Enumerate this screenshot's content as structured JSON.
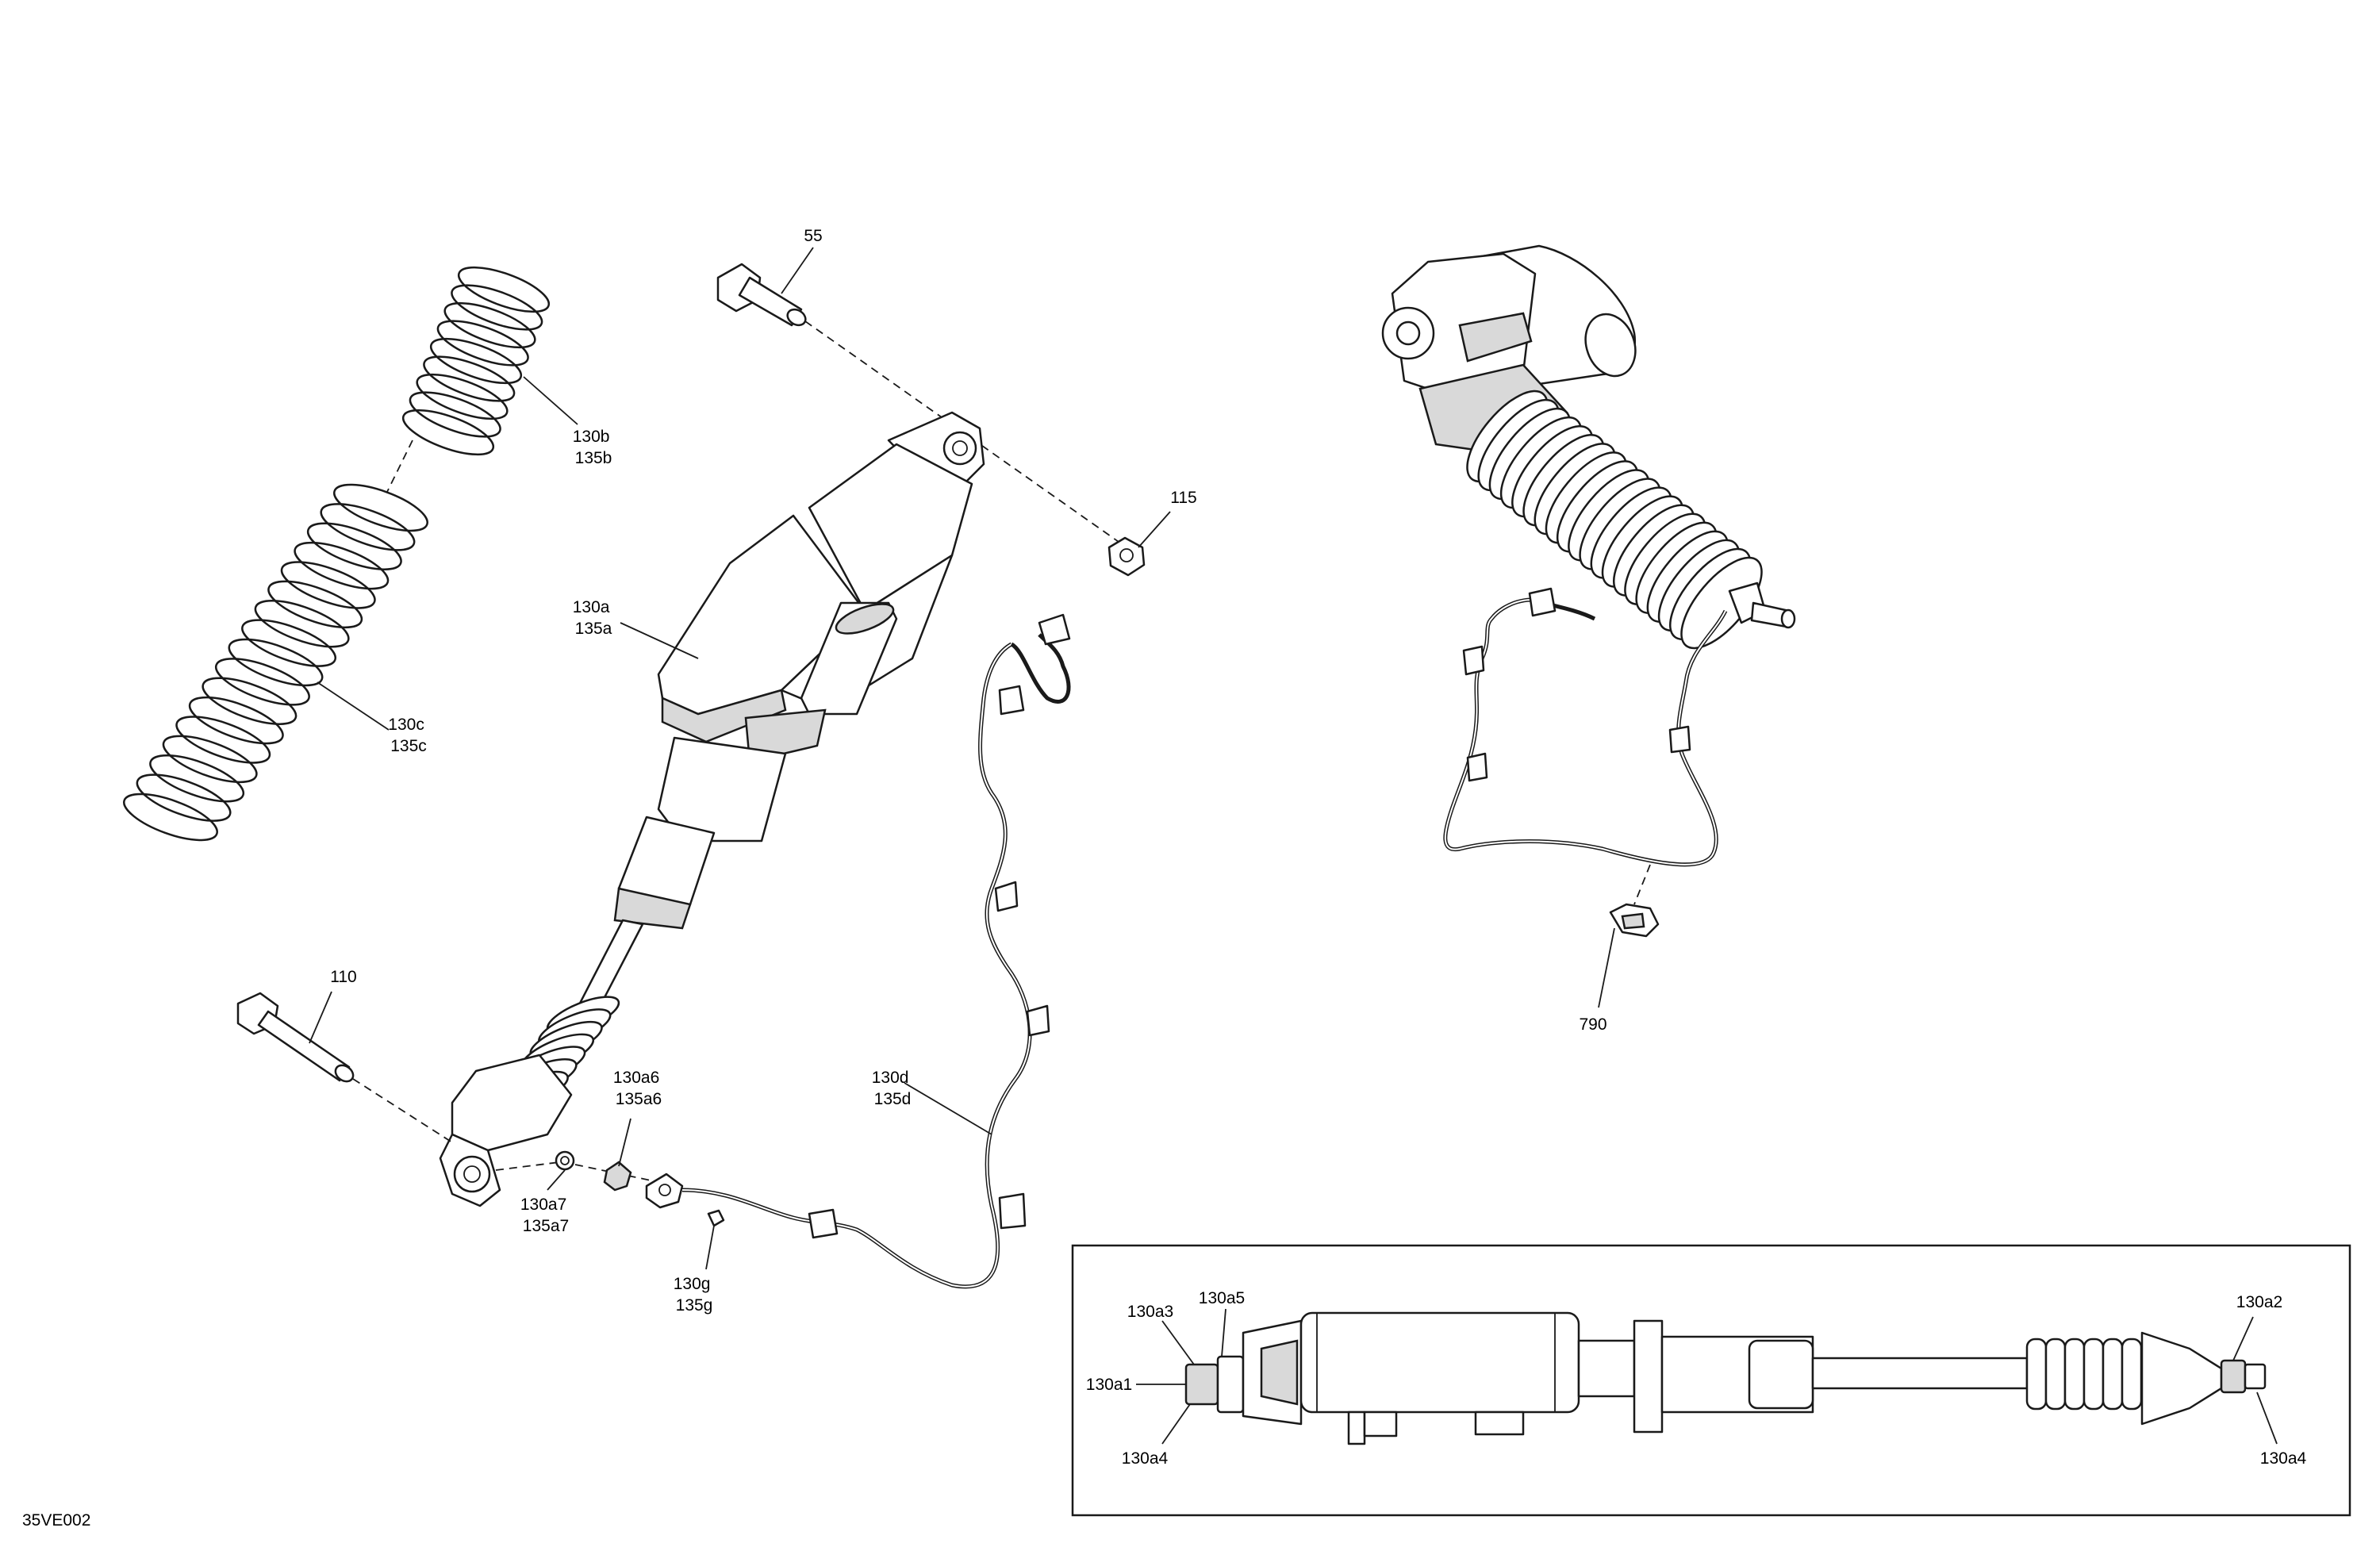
{
  "diagram_code": "35VE002",
  "callouts": [
    {
      "id": "p55",
      "lines": [
        "55"
      ]
    },
    {
      "id": "p115",
      "lines": [
        "115"
      ]
    },
    {
      "id": "p130b",
      "lines": [
        "130b",
        "135b"
      ]
    },
    {
      "id": "p130a",
      "lines": [
        "130a",
        "135a"
      ]
    },
    {
      "id": "p130c",
      "lines": [
        "130c",
        "135c"
      ]
    },
    {
      "id": "p110",
      "lines": [
        "110"
      ]
    },
    {
      "id": "p130a6",
      "lines": [
        "130a6",
        "135a6"
      ]
    },
    {
      "id": "p130d",
      "lines": [
        "130d",
        "135d"
      ]
    },
    {
      "id": "p130a7",
      "lines": [
        "130a7",
        "135a7"
      ]
    },
    {
      "id": "p130g",
      "lines": [
        "130g",
        "135g"
      ]
    },
    {
      "id": "p790",
      "lines": [
        "790"
      ]
    },
    {
      "id": "p130a3",
      "lines": [
        "130a3"
      ]
    },
    {
      "id": "p130a5",
      "lines": [
        "130a5"
      ]
    },
    {
      "id": "p130a1",
      "lines": [
        "130a1"
      ]
    },
    {
      "id": "p130a4-left",
      "lines": [
        "130a4"
      ]
    },
    {
      "id": "p130a2",
      "lines": [
        "130a2"
      ]
    },
    {
      "id": "p130a4-right",
      "lines": [
        "130a4"
      ]
    }
  ]
}
